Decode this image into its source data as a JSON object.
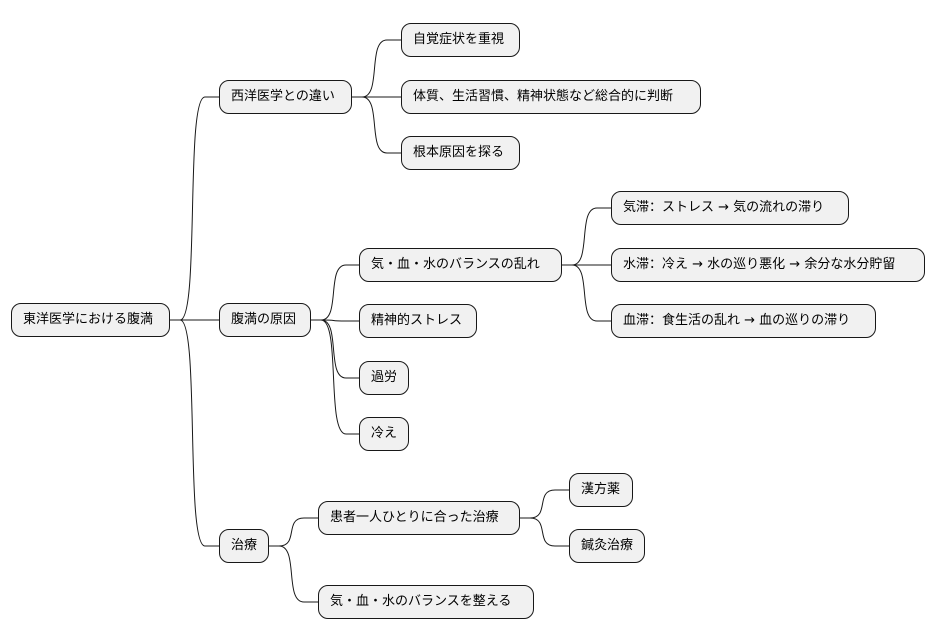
{
  "mindmap": {
    "root": "東洋医学における腹満",
    "branches": [
      {
        "label": "西洋医学との違い",
        "children": [
          {
            "label": "自覚症状を重視"
          },
          {
            "label": "体質、生活習慣、精神状態など総合的に判断"
          },
          {
            "label": "根本原因を探る"
          }
        ]
      },
      {
        "label": "腹満の原因",
        "children": [
          {
            "label": "気・血・水のバランスの乱れ",
            "children": [
              {
                "label": "気滞：ストレス → 気の流れの滞り"
              },
              {
                "label": "水滞：冷え → 水の巡り悪化 → 余分な水分貯留"
              },
              {
                "label": "血滞：食生活の乱れ → 血の巡りの滞り"
              }
            ]
          },
          {
            "label": "精神的ストレス"
          },
          {
            "label": "過労"
          },
          {
            "label": "冷え"
          }
        ]
      },
      {
        "label": "治療",
        "children": [
          {
            "label": "患者一人ひとりに合った治療",
            "children": [
              {
                "label": "漢方薬"
              },
              {
                "label": "鍼灸治療"
              }
            ]
          },
          {
            "label": "気・血・水のバランスを整える"
          }
        ]
      }
    ]
  }
}
